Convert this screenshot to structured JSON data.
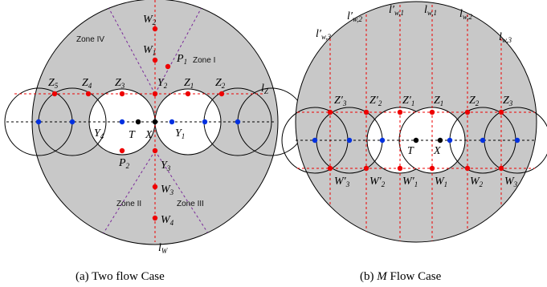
{
  "captions": {
    "a": "(a) Two flow Case",
    "b_prefix": "(b) ",
    "b_math": "M",
    "b_suffix": " Flow Case"
  },
  "panel_a": {
    "zones": [
      "Zone IV",
      "Zone I",
      "Zone II",
      "Zone III"
    ],
    "upper_points": [
      {
        "base": "Z",
        "sub": "5"
      },
      {
        "base": "Z",
        "sub": "4"
      },
      {
        "base": "Z",
        "sub": "3"
      },
      {
        "base": "Y",
        "sub": "2"
      },
      {
        "base": "Z",
        "sub": "1"
      },
      {
        "base": "Z",
        "sub": "2"
      }
    ],
    "axis_points": [
      {
        "base": "Y",
        "sub": "4"
      },
      {
        "base": "T",
        "sub": ""
      },
      {
        "base": "X",
        "sub": ""
      },
      {
        "base": "Y",
        "sub": "1"
      }
    ],
    "lower_points": [
      {
        "base": "P",
        "sub": "2"
      },
      {
        "base": "Y",
        "sub": "3"
      }
    ],
    "w_points": [
      {
        "base": "W",
        "sub": "2"
      },
      {
        "base": "W",
        "sub": "1"
      },
      {
        "base": "P",
        "sub": "1"
      },
      {
        "base": "W",
        "sub": "3"
      },
      {
        "base": "W",
        "sub": "4"
      }
    ],
    "lines": [
      {
        "base": "l",
        "sub": "Z"
      },
      {
        "base": "l",
        "sub": "W"
      }
    ]
  },
  "panel_b": {
    "top_lines": [
      {
        "base": "l′",
        "sub": "w,3"
      },
      {
        "base": "l′",
        "sub": "w,2"
      },
      {
        "base": "l′",
        "sub": "w,1"
      },
      {
        "base": "l",
        "sub": "w,1"
      },
      {
        "base": "l",
        "sub": "w,2"
      },
      {
        "base": "l",
        "sub": "w,3"
      }
    ],
    "upper_points": [
      {
        "base": "Z′",
        "sub": "3"
      },
      {
        "base": "Z′",
        "sub": "2"
      },
      {
        "base": "Z′",
        "sub": "1"
      },
      {
        "base": "Z",
        "sub": "1"
      },
      {
        "base": "Z",
        "sub": "2"
      },
      {
        "base": "Z",
        "sub": "3"
      }
    ],
    "axis_points": [
      {
        "base": "T",
        "sub": ""
      },
      {
        "base": "X",
        "sub": ""
      }
    ],
    "lower_points": [
      {
        "base": "W′",
        "sub": "3"
      },
      {
        "base": "W′",
        "sub": "2"
      },
      {
        "base": "W′",
        "sub": "1"
      },
      {
        "base": "W",
        "sub": "1"
      },
      {
        "base": "W",
        "sub": "2"
      },
      {
        "base": "W",
        "sub": "3"
      }
    ]
  }
}
